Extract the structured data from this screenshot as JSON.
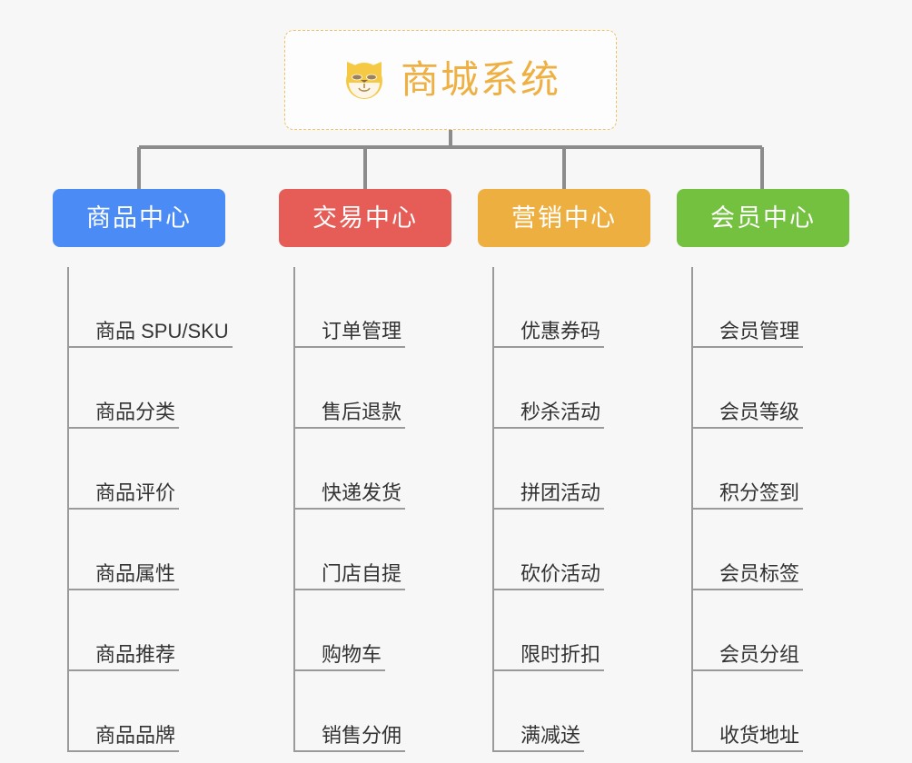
{
  "background_color": "#f7f7f7",
  "root": {
    "icon": "dog-face-icon",
    "title": "商城系统",
    "title_color": "#eeb042",
    "border_color": "#f0c265"
  },
  "connector_color": "#8c8c8c",
  "categories": [
    {
      "label": "商品中心",
      "color": "#4a8bf5",
      "items": [
        {
          "label": "商品 SPU/SKU"
        },
        {
          "label": "商品分类"
        },
        {
          "label": "商品评价"
        },
        {
          "label": "商品属性"
        },
        {
          "label": "商品推荐"
        },
        {
          "label": "商品品牌"
        }
      ]
    },
    {
      "label": "交易中心",
      "color": "#e65c57",
      "items": [
        {
          "label": "订单管理"
        },
        {
          "label": "售后退款"
        },
        {
          "label": "快递发货"
        },
        {
          "label": "门店自提"
        },
        {
          "label": "购物车"
        },
        {
          "label": "销售分佣"
        }
      ]
    },
    {
      "label": "营销中心",
      "color": "#eeaf41",
      "items": [
        {
          "label": "优惠券码"
        },
        {
          "label": "秒杀活动"
        },
        {
          "label": "拼团活动"
        },
        {
          "label": "砍价活动"
        },
        {
          "label": "限时折扣"
        },
        {
          "label": "满减送"
        }
      ]
    },
    {
      "label": "会员中心",
      "color": "#73c13f",
      "items": [
        {
          "label": "会员管理"
        },
        {
          "label": "会员等级"
        },
        {
          "label": "积分签到"
        },
        {
          "label": "会员标签"
        },
        {
          "label": "会员分组"
        },
        {
          "label": "收货地址"
        }
      ]
    }
  ]
}
